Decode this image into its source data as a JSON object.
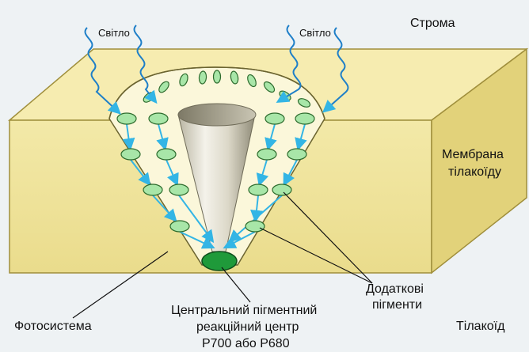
{
  "labels": {
    "stroma": "Строма",
    "light_left": "Світло",
    "light_right": "Світло",
    "membrane_line1": "Мембрана",
    "membrane_line2": "тілакоїду",
    "accessory_line1": "Додаткові",
    "accessory_line2": "пігменти",
    "photosystem": "Фотосистема",
    "center_line1": "Центральний пігментний",
    "center_line2": "реакційний центр",
    "center_line3": "Р700 або Р680",
    "thylakoid": "Тілакоїд"
  },
  "colors": {
    "membrane_top": "#f6ecb0",
    "membrane_front": "#efe39b",
    "membrane_side": "#e2d27a",
    "pigment_fill": "#a8e6a8",
    "pigment_stroke": "#2d6b2d",
    "reaction_center": "#1f9a3a",
    "arrow": "#33b5e5",
    "light_wave": "#1e7fc8"
  }
}
